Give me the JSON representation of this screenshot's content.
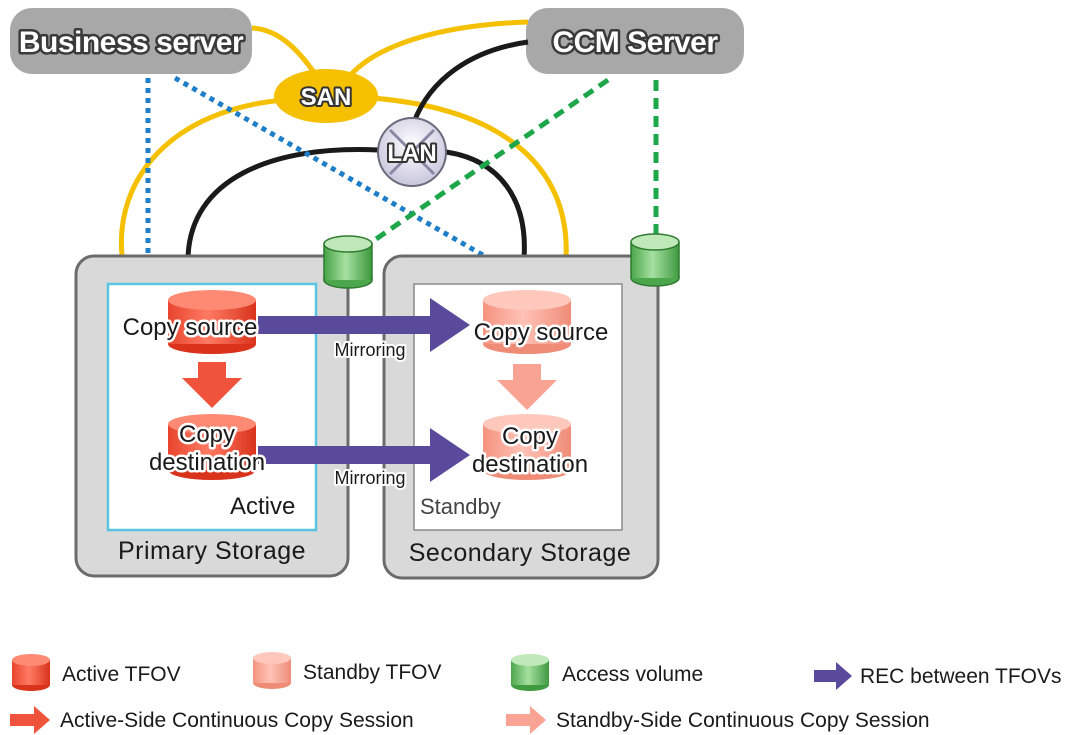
{
  "servers": {
    "business": "Business server",
    "ccm": "CCM Server"
  },
  "networks": {
    "san": "SAN",
    "lan": "LAN"
  },
  "primary": {
    "name": "Primary  Storage",
    "state": "Active",
    "source": "Copy source",
    "destination_line1": "Copy",
    "destination_line2": "destination"
  },
  "secondary": {
    "name": "Secondary  Storage",
    "state": "Standby",
    "source": "Copy source",
    "destination_line1": "Copy",
    "destination_line2": "destination"
  },
  "links": {
    "mirroring_top": "Mirroring",
    "mirroring_bottom": "Mirroring"
  },
  "legend": {
    "active_tfov": "Active TFOV",
    "standby_tfov": "Standby TFOV",
    "access_volume": "Access volume",
    "rec": "REC between TFOVs",
    "active_session": "Active-Side Continuous Copy Session",
    "standby_session": "Standby-Side Continuous Copy Session"
  },
  "colors": {
    "active_tfov": "#f0533b",
    "standby_tfov": "#f9a394",
    "access_volume": "#5fb85f",
    "rec_arrow": "#5a4a9c",
    "san_link": "#f5c000",
    "lan_link": "#1a1a1a",
    "business_path": "#1f7ec8",
    "ccm_path": "#1ea64a",
    "server_box": "#a8a8a8",
    "storage_box": "#d9d9d9",
    "active_border": "#5bc4e0"
  }
}
